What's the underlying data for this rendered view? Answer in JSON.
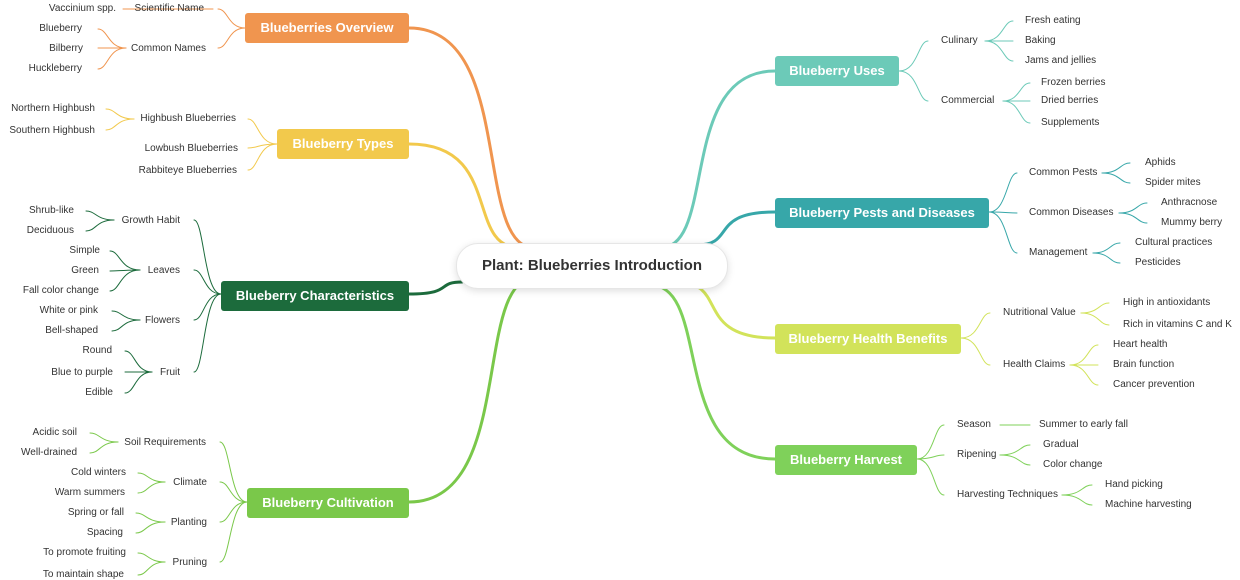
{
  "root": "Plant: Blueberries Introduction",
  "colors": {
    "overview": "#f0954f",
    "types": "#f2c94c",
    "characteristics": "#1c6b3c",
    "cultivation": "#7ac84a",
    "uses": "#6ccab8",
    "pests": "#37a7a9",
    "health": "#d2e35a",
    "harvest": "#7fd15a"
  },
  "overview": {
    "title": "Blueberries Overview",
    "scientific_name": "Scientific Name",
    "vaccinium": "Vaccinium spp.",
    "common_names": "Common Names",
    "blueberry": "Blueberry",
    "bilberry": "Bilberry",
    "huckleberry": "Huckleberry"
  },
  "types": {
    "title": "Blueberry Types",
    "highbush": "Highbush Blueberries",
    "northern": "Northern Highbush",
    "southern": "Southern Highbush",
    "lowbush": "Lowbush Blueberries",
    "rabbiteye": "Rabbiteye Blueberries"
  },
  "characteristics": {
    "title": "Blueberry Characteristics",
    "growth_habit": "Growth Habit",
    "shrub_like": "Shrub-like",
    "deciduous": "Deciduous",
    "leaves": "Leaves",
    "simple": "Simple",
    "green": "Green",
    "fall_color": "Fall color change",
    "flowers": "Flowers",
    "white_pink": "White or pink",
    "bell_shaped": "Bell-shaped",
    "fruit": "Fruit",
    "round": "Round",
    "blue_purple": "Blue to purple",
    "edible": "Edible"
  },
  "cultivation": {
    "title": "Blueberry Cultivation",
    "soil": "Soil Requirements",
    "acidic": "Acidic soil",
    "drained": "Well-drained",
    "climate": "Climate",
    "cold": "Cold winters",
    "warm": "Warm summers",
    "planting": "Planting",
    "spring_fall": "Spring or fall",
    "spacing": "Spacing",
    "pruning": "Pruning",
    "promote": "To promote fruiting",
    "maintain": "To maintain shape"
  },
  "uses": {
    "title": "Blueberry Uses",
    "culinary": "Culinary",
    "fresh": "Fresh eating",
    "baking": "Baking",
    "jams": "Jams and jellies",
    "commercial": "Commercial",
    "frozen": "Frozen berries",
    "dried": "Dried berries",
    "supplements": "Supplements"
  },
  "pests": {
    "title": "Blueberry Pests and Diseases",
    "common_pests": "Common Pests",
    "aphids": "Aphids",
    "mites": "Spider mites",
    "common_diseases": "Common Diseases",
    "anthracnose": "Anthracnose",
    "mummy": "Mummy berry",
    "management": "Management",
    "cultural": "Cultural practices",
    "pesticides": "Pesticides"
  },
  "health": {
    "title": "Blueberry Health Benefits",
    "nutritional": "Nutritional Value",
    "antioxidants": "High in antioxidants",
    "vitamins": "Rich in vitamins C and K",
    "claims": "Health Claims",
    "heart": "Heart health",
    "brain": "Brain function",
    "cancer": "Cancer prevention"
  },
  "harvest": {
    "title": "Blueberry Harvest",
    "season": "Season",
    "summer_fall": "Summer to early fall",
    "ripening": "Ripening",
    "gradual": "Gradual",
    "color_change": "Color change",
    "techniques": "Harvesting Techniques",
    "hand": "Hand picking",
    "machine": "Machine harvesting"
  }
}
